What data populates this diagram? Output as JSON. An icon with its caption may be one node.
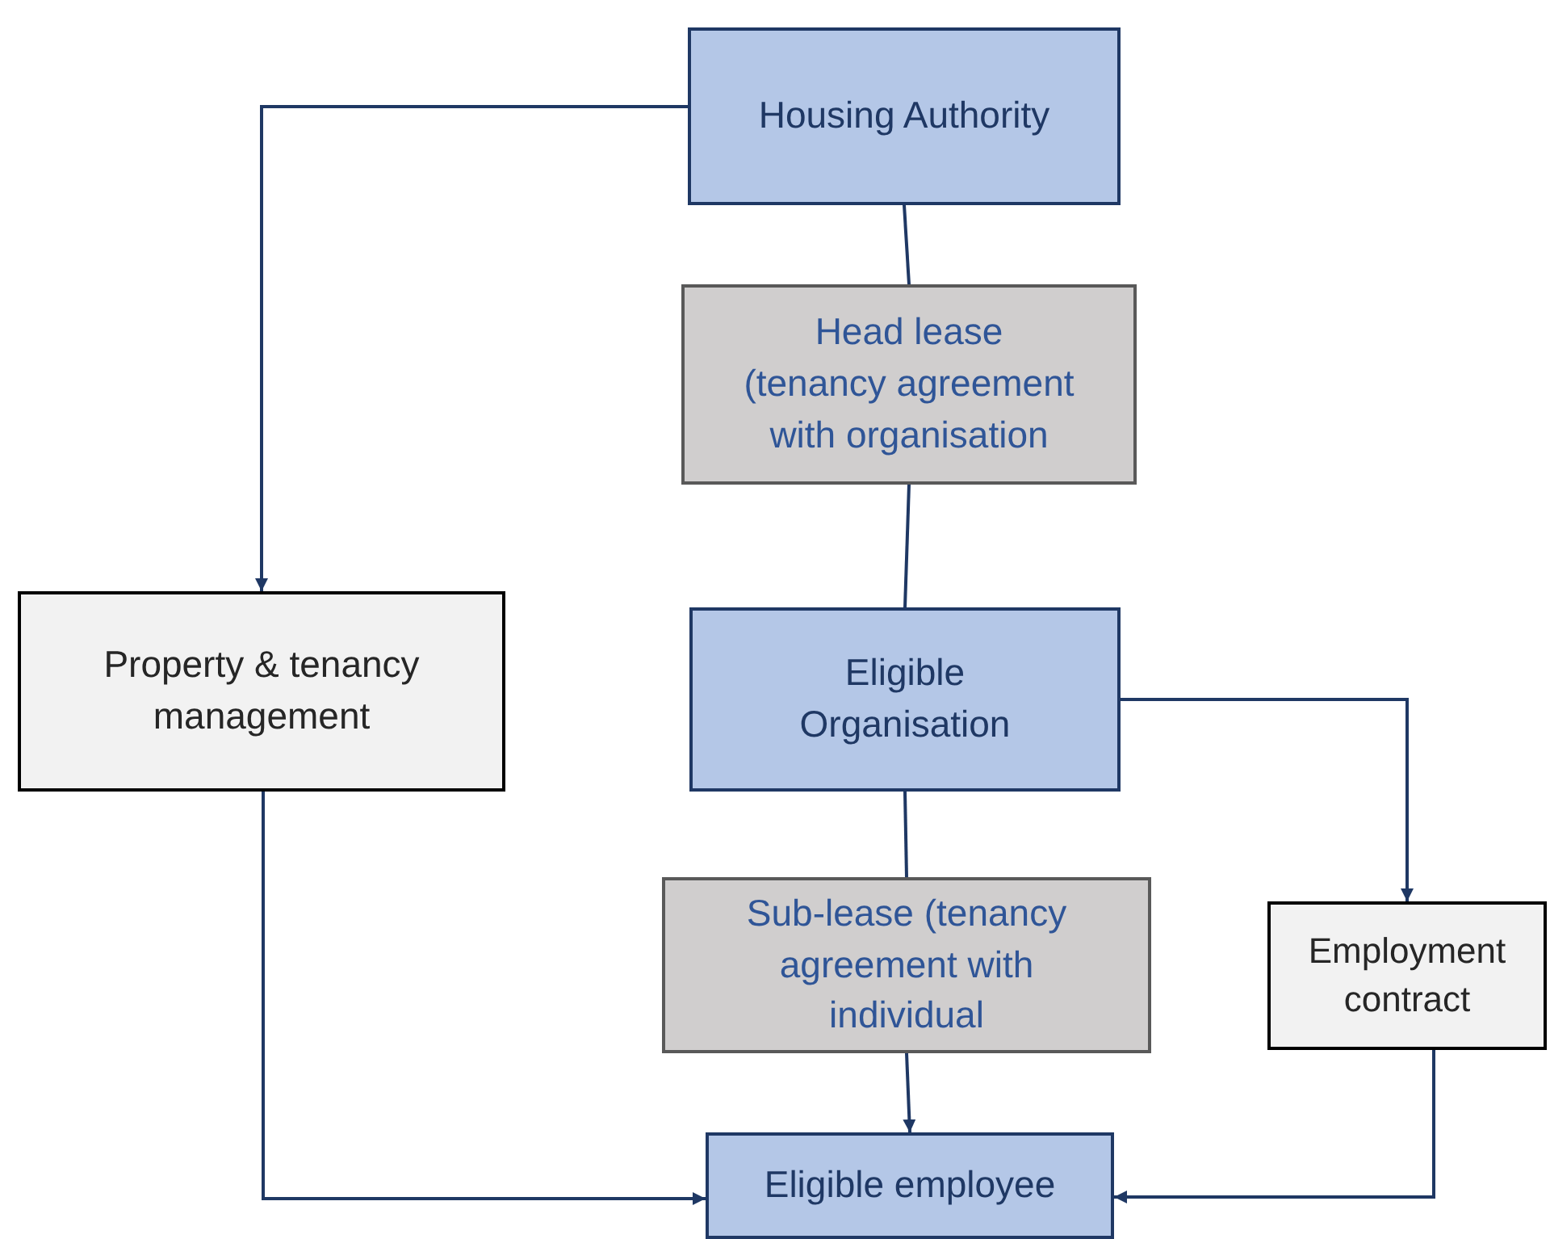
{
  "diagram": {
    "nodes": [
      {
        "text": [
          "Housing Authority"
        ]
      },
      {
        "text": [
          "Head lease (tenancy agreement with organisation"
        ]
      },
      {
        "text": [
          "Property & tenancy management"
        ]
      },
      {
        "text": [
          "Eligible Organisation"
        ]
      },
      {
        "text": [
          "Sub-lease (tenancy agreement with individual"
        ]
      },
      {
        "text": [
          "Employment contract"
        ]
      },
      {
        "text": [
          "Eligible employee"
        ]
      }
    ],
    "edges": [
      {
        "from": 0,
        "to": 1,
        "arrow": "none"
      },
      {
        "from": 1,
        "to": 3,
        "arrow": "none"
      },
      {
        "from": 0,
        "to": 2,
        "arrow": "to"
      },
      {
        "from": 3,
        "to": 5,
        "arrow": "to"
      },
      {
        "from": 3,
        "to": 4,
        "arrow": "none"
      },
      {
        "from": 4,
        "to": 6,
        "arrow": "to"
      },
      {
        "from": 2,
        "to": 6,
        "arrow": "to"
      },
      {
        "from": 5,
        "to": 6,
        "arrow": "to"
      }
    ]
  }
}
